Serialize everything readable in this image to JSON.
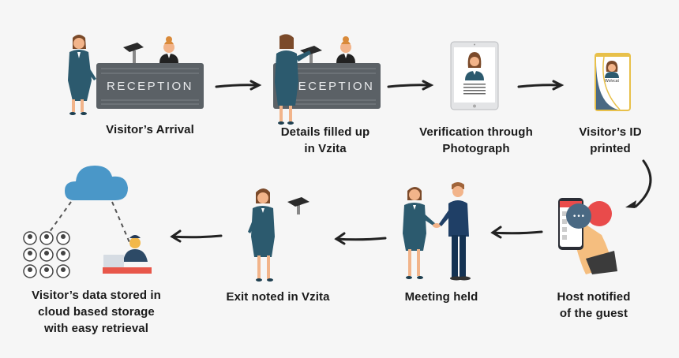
{
  "diagram": {
    "title": "Visitor management flow",
    "steps": [
      {
        "id": 1,
        "label": "Visitor’s Arrival",
        "illustration": "reception-desk-visitor"
      },
      {
        "id": 2,
        "label": "Details filled up\nin Vzita",
        "illustration": "visitor-using-kiosk"
      },
      {
        "id": 3,
        "label": "Verification through\nPhotograph",
        "illustration": "tablet-photo"
      },
      {
        "id": 4,
        "label": "Visitor’s ID\nprinted",
        "illustration": "id-badge"
      },
      {
        "id": 5,
        "label": "Host notified\nof the guest",
        "illustration": "phone-notification"
      },
      {
        "id": 6,
        "label": "Meeting held",
        "illustration": "handshake"
      },
      {
        "id": 7,
        "label": "Exit noted in Vzita",
        "illustration": "visitor-exit-kiosk"
      },
      {
        "id": 8,
        "label": "Visitor’s data stored in\ncloud based storage\nwith  easy retrieval",
        "illustration": "cloud-storage"
      }
    ],
    "desk_sign": "RECEPTION",
    "desk_sign_partial": "ECEPTION",
    "badge_name": "Wolvcat",
    "notification_glyph": "•••"
  },
  "colors": {
    "background": "#f6f6f6",
    "desk": "#5b6166",
    "suit": "#2c5a6e",
    "cloud": "#4a97c8",
    "badge_gold": "#e8c04a",
    "badge_blue": "#4a6983",
    "alert_red": "#e94b4b",
    "arrow": "#222222"
  }
}
